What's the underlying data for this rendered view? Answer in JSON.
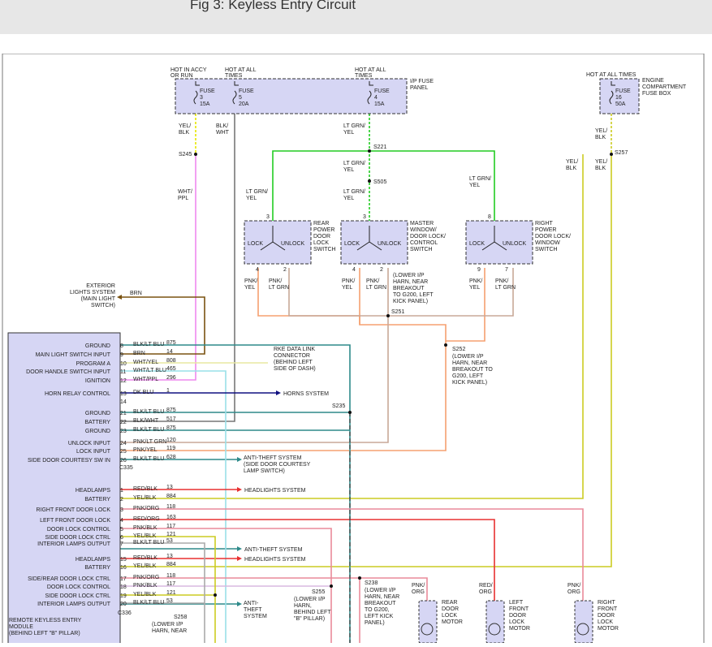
{
  "page": {
    "title": "Fig 3: Keyless Entry Circuit"
  },
  "ip_fuse_panel": {
    "label": [
      "I/P FUSE",
      "PANEL"
    ],
    "feeds": [
      {
        "lines": [
          "HOT IN ACCY",
          "OR RUN"
        ],
        "fuse": [
          "FUSE",
          "3",
          "15A"
        ]
      },
      {
        "lines": [
          "HOT AT ALL",
          "TIMES"
        ],
        "fuse": [
          "FUSE",
          "5",
          "20A"
        ]
      },
      {
        "lines": [
          "HOT AT ALL",
          "TIMES"
        ],
        "fuse": [
          "FUSE",
          "4",
          "15A"
        ]
      }
    ]
  },
  "engine_fuse_box": {
    "feed": [
      "HOT AT ALL TIMES"
    ],
    "fuse": [
      "FUSE",
      "16",
      "50A"
    ],
    "label": [
      "ENGINE",
      "COMPARTMENT",
      "FUSE BOX"
    ]
  },
  "switches": [
    {
      "name": [
        "REAR",
        "POWER",
        "DOOR",
        "LOCK",
        "SWITCH"
      ],
      "lock": "LOCK",
      "unlock": "UNLOCK",
      "pin_top": "3",
      "pin_left": "4",
      "pin_right": "2"
    },
    {
      "name": [
        "MASTER",
        "WINDOW/",
        "DOOR LOCK/",
        "CONTROL",
        "SWITCH"
      ],
      "lock": "LOCK",
      "unlock": "UNLOCK",
      "pin_top": "3",
      "pin_left": "4",
      "pin_right": "2"
    },
    {
      "name": [
        "RIGHT",
        "POWER",
        "DOOR LOCK/",
        "WINDOW",
        "SWITCH"
      ],
      "lock": "LOCK",
      "unlock": "UNLOCK",
      "pin_top": "8",
      "pin_left": "9",
      "pin_right": "7"
    }
  ],
  "wire_labels": {
    "yel_blk": [
      "YEL/",
      "BLK"
    ],
    "blk_wht": [
      "BLK/",
      "WHT"
    ],
    "lt_grn_yel": [
      "LT GRN/",
      "YEL"
    ],
    "wht_ppl": [
      "WHT/",
      "PPL"
    ],
    "pnk_yel": [
      "PNK/",
      "YEL"
    ],
    "pnk_lt_grn": [
      "PNK/",
      "LT GRN"
    ],
    "pnk_org": [
      "PNK/",
      "ORG"
    ],
    "red_org": [
      "RED/",
      "ORG"
    ]
  },
  "splices": {
    "s245": "S245",
    "s221": "S221",
    "s505": "S505",
    "s257": "S257",
    "s251": "S251",
    "s235": "S235",
    "s255": "S255",
    "s258": "S258",
    "s252": "S252",
    "s238": "S238"
  },
  "notes": {
    "master_switch_ground": [
      "(LOWER I/P",
      "HARN, NEAR",
      "BREAKOUT",
      "TO G200, LEFT",
      "KICK PANEL)"
    ],
    "s252": [
      "(LOWER I/P",
      "HARN, NEAR",
      "BREAKOUT TO",
      "G200, LEFT",
      "KICK PANEL)"
    ],
    "s255": [
      "(LOWER I/P",
      "HARN,",
      "BEHIND LEFT",
      "\"B\" PILLAR)"
    ],
    "s238": [
      "(LOWER I/P",
      "HARN, NEAR",
      "BREAKOUT",
      "TO G200,",
      "LEFT KICK",
      "PANEL)"
    ],
    "s258": [
      "(LOWER I/P",
      "HARN, NEAR"
    ],
    "rke_connector": [
      "RKE DATA LINK",
      "CONNECTOR",
      "(BEHIND LEFT",
      "SIDE OF DASH)"
    ]
  },
  "destinations": {
    "exterior_lights": [
      "EXTERIOR",
      "LIGHTS SYSTEM",
      "(MAIN LIGHT",
      "SWITCH)"
    ],
    "brn": "BRN",
    "horns": "HORNS SYSTEM",
    "anti_theft_courtesy": [
      "ANTI-THEFT SYSTEM",
      "(SIDE DOOR COURTESY",
      "LAMP SWITCH)"
    ],
    "headlights": "HEADLIGHTS SYSTEM",
    "anti_theft": "ANTI-THEFT SYSTEM",
    "headlights_2": "HEADLIGHTS SYSTEM",
    "anti_theft_3": [
      "ANTI-",
      "THEFT",
      "SYSTEM"
    ]
  },
  "module": {
    "name": [
      "REMOTE KEYLESS ENTRY",
      "MODULE",
      "(BEHIND LEFT \"B\" PILLAR)"
    ],
    "connector_1": "C335",
    "connector_2": "C336",
    "c335_pins": [
      {
        "fn": "GROUND",
        "pin": "8",
        "wire": "BLK/LT BLU",
        "circ": "875"
      },
      {
        "fn": "MAIN LIGHT SWITCH INPUT",
        "pin": "9",
        "wire": "BRN",
        "circ": "14"
      },
      {
        "fn": "PROGRAM A",
        "pin": "10",
        "wire": "WHT/YEL",
        "circ": "808"
      },
      {
        "fn": "DOOR HANDLE SWITCH INPUT",
        "pin": "11",
        "wire": "WHT/LT BLU",
        "circ": "465"
      },
      {
        "fn": "IGNITION",
        "pin": "12",
        "wire": "WHT/PPL",
        "circ": "296"
      },
      {
        "fn": "HORN RELAY CONTROL",
        "pin": "13",
        "wire": "DK BLU",
        "circ": "1"
      },
      {
        "fn": "",
        "pin": "14",
        "wire": "",
        "circ": ""
      },
      {
        "fn": "GROUND",
        "pin": "21",
        "wire": "BLK/LT BLU",
        "circ": "875"
      },
      {
        "fn": "BATTERY",
        "pin": "22",
        "wire": "BLK/WHT",
        "circ": "517"
      },
      {
        "fn": "GROUND",
        "pin": "23",
        "wire": "BLK/LT BLU",
        "circ": "875"
      },
      {
        "fn": "UNLOCK INPUT",
        "pin": "24",
        "wire": "PNK/LT GRN",
        "circ": "120"
      },
      {
        "fn": "LOCK INPUT",
        "pin": "25",
        "wire": "PNK/YEL",
        "circ": "119"
      },
      {
        "fn": "SIDE DOOR COURTESY SW IN",
        "pin": "26",
        "wire": "BLK/LT BLU",
        "circ": "628"
      }
    ],
    "c336_pins": [
      {
        "fn": "HEADLAMPS",
        "pin": "1",
        "wire": "RED/BLK",
        "circ": "13"
      },
      {
        "fn": "BATTERY",
        "pin": "2",
        "wire": "YEL/BLK",
        "circ": "884"
      },
      {
        "fn": "RIGHT FRONT DOOR LOCK",
        "pin": "3",
        "wire": "PNK/ORG",
        "circ": "118"
      },
      {
        "fn": "LEFT FRONT DOOR LOCK",
        "pin": "4",
        "wire": "RED/ORG",
        "circ": "163"
      },
      {
        "fn": "DOOR LOCK CONTROL",
        "pin": "5",
        "wire": "PNK/BLK",
        "circ": "117"
      },
      {
        "fn": "SIDE DOOR LOCK CTRL",
        "pin": "6",
        "wire": "YEL/BLK",
        "circ": "121"
      },
      {
        "fn": "INTERIOR LAMPS OUTPUT",
        "pin": "7",
        "wire": "BLK/LT BLU",
        "circ": "53"
      },
      {
        "fn": "HEADLAMPS",
        "pin": "15",
        "wire": "RED/BLK",
        "circ": "13"
      },
      {
        "fn": "BATTERY",
        "pin": "16",
        "wire": "YEL/BLK",
        "circ": "884"
      },
      {
        "fn": "SIDE/REAR DOOR LOCK CTRL",
        "pin": "17",
        "wire": "PNK/ORG",
        "circ": "118"
      },
      {
        "fn": "DOOR LOCK CONTROL",
        "pin": "18",
        "wire": "PNK/BLK",
        "circ": "117"
      },
      {
        "fn": "SIDE DOOR LOCK CTRL",
        "pin": "19",
        "wire": "YEL/BLK",
        "circ": "121"
      },
      {
        "fn": "INTERIOR LAMPS OUTPUT",
        "pin": "20",
        "wire": "BLK/LT BLU",
        "circ": "53"
      }
    ]
  },
  "motors": [
    {
      "wire": [
        "PNK/",
        "ORG"
      ],
      "name": [
        "REAR",
        "DOOR",
        "LOCK",
        "MOTOR"
      ]
    },
    {
      "wire": [
        "RED/",
        "ORG"
      ],
      "name": [
        "LEFT",
        "FRONT",
        "DOOR",
        "LOCK",
        "MOTOR"
      ]
    },
    {
      "wire": [
        "PNK/",
        "ORG"
      ],
      "name": [
        "RIGHT",
        "FRONT",
        "DOOR",
        "LOCK",
        "MOTOR"
      ]
    }
  ],
  "colors": {
    "yellow": "#e8e800",
    "green": "#22cc22",
    "pink": "#ee88ee",
    "peach": "#f5a070",
    "tan": "#c8a898",
    "teal": "#2e8a8a",
    "lightblue": "#99e0e8",
    "darkblue": "#101080",
    "red": "#e83030",
    "yelblk": "#cccc22",
    "brown": "#7a5210",
    "rose": "#ea8a9a",
    "lilac": "#d8b8e0",
    "component": "#d6d6f4"
  }
}
